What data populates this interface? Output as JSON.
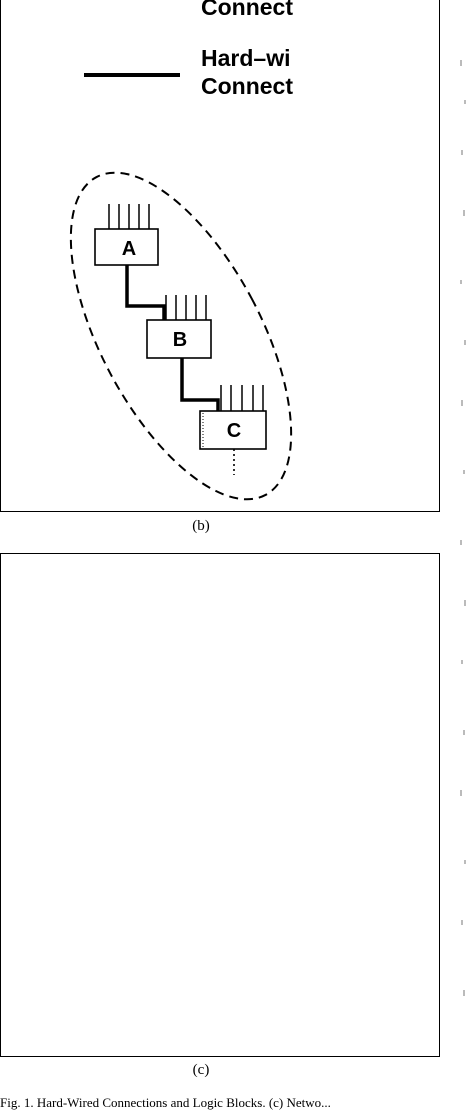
{
  "figure": {
    "panel_b": {
      "legend": {
        "row1_line1": "Connect",
        "row2_line1": "Hard–wi",
        "row2_line2": "Connect"
      },
      "blocks": [
        "A",
        "B",
        "C"
      ],
      "caption": "(b)"
    },
    "panel_c": {
      "caption": "(c)"
    },
    "footer_caption": "Fig. 1.  Hard-Wired Connections and Logic Blocks. (c) Netwo..."
  }
}
